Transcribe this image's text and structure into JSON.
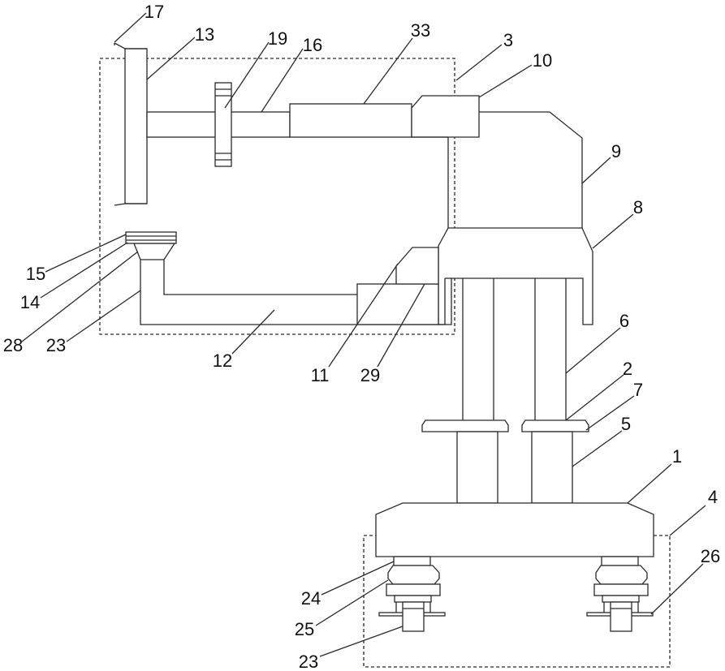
{
  "part_labels": [
    "17",
    "13",
    "19",
    "16",
    "33",
    "3",
    "10",
    "9",
    "8",
    "15",
    "14",
    "28",
    "23",
    "12",
    "11",
    "29",
    "6",
    "2",
    "7",
    "5",
    "1",
    "4",
    "24",
    "25",
    "26",
    "23"
  ]
}
